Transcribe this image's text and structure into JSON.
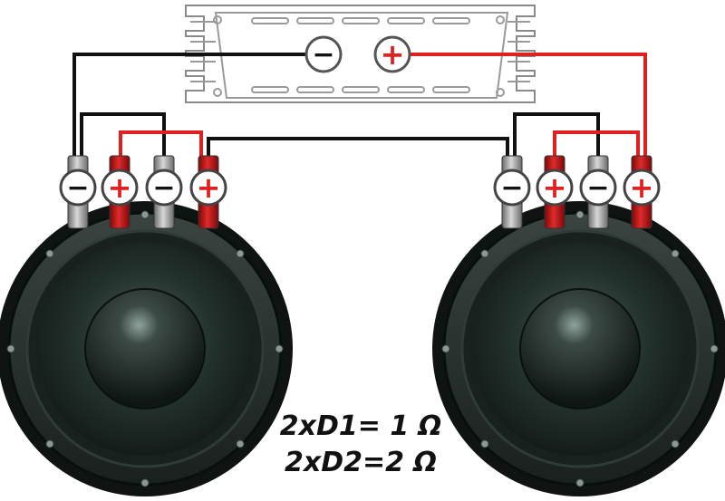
{
  "amplifier": {
    "negative_terminal": {
      "symbol": "−"
    },
    "positive_terminal": {
      "symbol": "+"
    }
  },
  "subwoofers": [
    {
      "terminals": [
        {
          "symbol": "−",
          "polarity": "negative"
        },
        {
          "symbol": "+",
          "polarity": "positive"
        },
        {
          "symbol": "−",
          "polarity": "negative"
        },
        {
          "symbol": "+",
          "polarity": "positive"
        }
      ]
    },
    {
      "terminals": [
        {
          "symbol": "−",
          "polarity": "negative"
        },
        {
          "symbol": "+",
          "polarity": "positive"
        },
        {
          "symbol": "−",
          "polarity": "negative"
        },
        {
          "symbol": "+",
          "polarity": "positive"
        }
      ]
    }
  ],
  "caption": {
    "line1": "2xD1= 1 Ω",
    "line2": "2xD2=2 Ω"
  },
  "colors": {
    "wire_negative": "#111111",
    "wire_positive": "#e02020",
    "terminal_red": "#c81818",
    "terminal_gray": "#9a9a9a",
    "speaker_body": "#1f2a27",
    "amp_outline": "#888888"
  }
}
